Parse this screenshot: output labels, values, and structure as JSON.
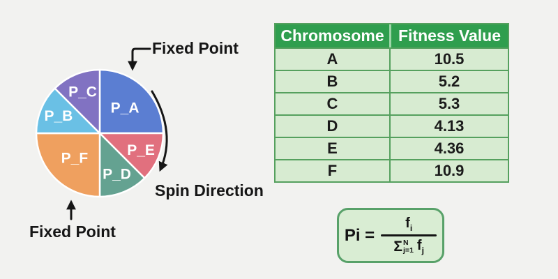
{
  "colors": {
    "background": "#f2f2f0",
    "table_header_bg": "#2f9e4e",
    "table_row_bg": "#d7ebd1",
    "table_border": "#55a05e",
    "table_header_divider": "#9fd6a9",
    "formula_bg": "#d9edd3",
    "formula_border": "#58a169",
    "annotation_ink": "#161616"
  },
  "wheel": {
    "segments": [
      {
        "label": "P_A",
        "color": "#5b7ed2",
        "start_deg": 0,
        "end_deg": 90
      },
      {
        "label": "P_E",
        "color": "#e1707e",
        "start_deg": 90,
        "end_deg": 135
      },
      {
        "label": "P_D",
        "color": "#64a291",
        "start_deg": 135,
        "end_deg": 180
      },
      {
        "label": "P_F",
        "color": "#efa05f",
        "start_deg": 180,
        "end_deg": 270
      },
      {
        "label": "P_B",
        "color": "#6ac0e5",
        "start_deg": 270,
        "end_deg": 315
      },
      {
        "label": "P_C",
        "color": "#8172c2",
        "start_deg": 315,
        "end_deg": 360
      }
    ]
  },
  "annotations": {
    "fixed_point_top": "Fixed Point",
    "fixed_point_bottom": "Fixed Point",
    "spin_direction": "Spin Direction"
  },
  "table": {
    "headers": [
      "Chromosome",
      "Fitness Value"
    ],
    "rows": [
      [
        "A",
        "10.5"
      ],
      [
        "B",
        "5.2"
      ],
      [
        "C",
        "5.3"
      ],
      [
        "D",
        "4.13"
      ],
      [
        "E",
        "4.36"
      ],
      [
        "F",
        "10.9"
      ]
    ]
  },
  "formula": {
    "lhs": "Pi =",
    "num_base": "f",
    "num_sub": "i",
    "sigma": "Σ",
    "sigma_sup": "N",
    "sigma_sub": "j=1",
    "den_base": "f",
    "den_sub": "j"
  },
  "chart_data": [
    {
      "type": "pie",
      "title": "Roulette wheel selection diagram",
      "categories": [
        "P_A",
        "P_E",
        "P_D",
        "P_F",
        "P_B",
        "P_C"
      ],
      "values_deg": [
        90,
        45,
        45,
        90,
        45,
        45
      ],
      "colors": [
        "#5b7ed2",
        "#e1707e",
        "#64a291",
        "#efa05f",
        "#6ac0e5",
        "#8172c2"
      ],
      "annotations": [
        "Fixed Point",
        "Fixed Point",
        "Spin Direction"
      ]
    },
    {
      "type": "table",
      "columns": [
        "Chromosome",
        "Fitness Value"
      ],
      "rows": [
        [
          "A",
          10.5
        ],
        [
          "B",
          5.2
        ],
        [
          "C",
          5.3
        ],
        [
          "D",
          4.13
        ],
        [
          "E",
          4.36
        ],
        [
          "F",
          10.9
        ]
      ]
    }
  ]
}
